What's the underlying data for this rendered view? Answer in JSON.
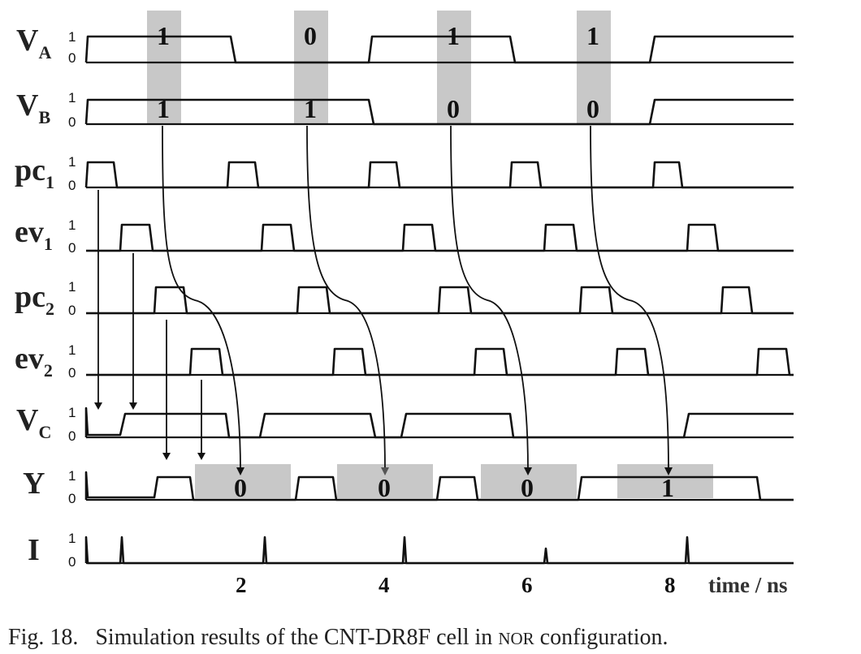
{
  "figure": {
    "caption": {
      "prefix": "Fig. 18.   Simulation results of the CNT-DR8F cell in ",
      "smallcaps": "NOR",
      "suffix": " configuration."
    },
    "x_axis": {
      "label": "time / ns",
      "ticks": [
        "2",
        "4",
        "6",
        "8"
      ]
    },
    "level_labels": {
      "high": "1",
      "low": "0"
    },
    "signals": [
      {
        "id": "VA",
        "name": "V",
        "sub": "A"
      },
      {
        "id": "VB",
        "name": "V",
        "sub": "B"
      },
      {
        "id": "pc1",
        "name": "pc",
        "sub": "1"
      },
      {
        "id": "ev1",
        "name": "ev",
        "sub": "1"
      },
      {
        "id": "pc2",
        "name": "pc",
        "sub": "2"
      },
      {
        "id": "ev2",
        "name": "ev",
        "sub": "2"
      },
      {
        "id": "VC",
        "name": "V",
        "sub": "C"
      },
      {
        "id": "Y",
        "name": "Y",
        "sub": ""
      },
      {
        "id": "I",
        "name": "I",
        "sub": ""
      }
    ],
    "input_bits": {
      "VA": [
        "1",
        "0",
        "1",
        "1"
      ],
      "VB": [
        "1",
        "1",
        "0",
        "0"
      ]
    },
    "output_bits": [
      "0",
      "0",
      "0",
      "1"
    ],
    "colors": {
      "shade": "#c8c8c8",
      "ink": "#111111"
    }
  }
}
